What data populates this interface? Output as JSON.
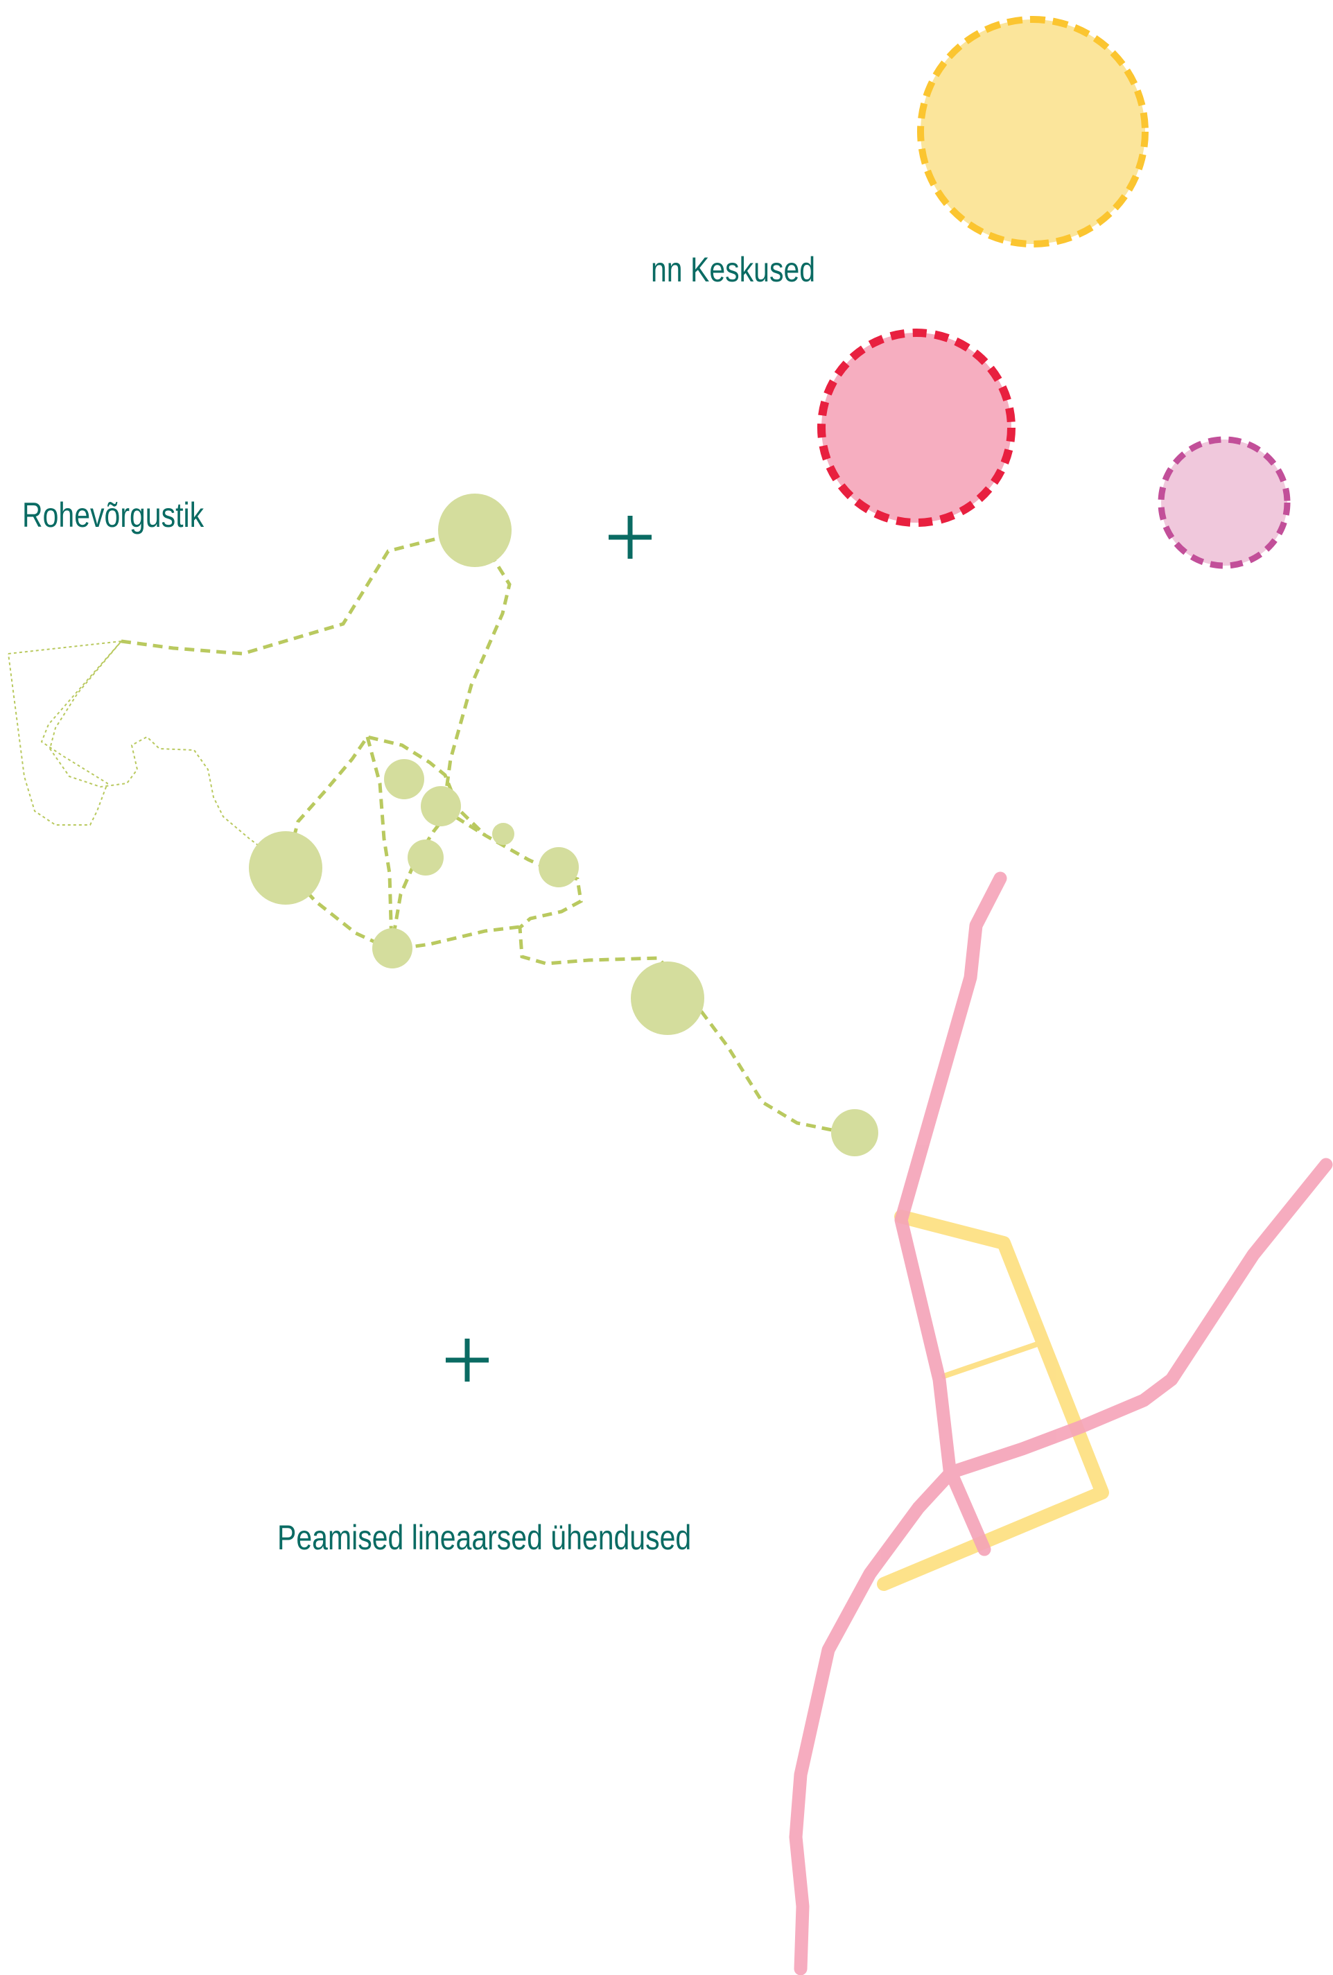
{
  "labels": {
    "centers": "nn Keskused",
    "green_network": "Rohevõrgustik",
    "linear_connections": "Peamised lineaarsed ühendused"
  },
  "colors": {
    "text": "#0a6b63",
    "plus": "#0a6b63",
    "center_yellow_fill": "#fbe59b",
    "center_yellow_stroke": "#fbc530",
    "center_red_fill": "#f6aec0",
    "center_red_stroke": "#e8203f",
    "center_magenta_fill": "#f0c8dc",
    "center_magenta_stroke": "#c24f99",
    "green_node": "#d4dd9d",
    "green_path": "#b9c95f",
    "pink_line": "#f5a3b8",
    "yellow_line": "#fde084"
  },
  "icons": [
    "plus-sign",
    "plus-sign"
  ]
}
